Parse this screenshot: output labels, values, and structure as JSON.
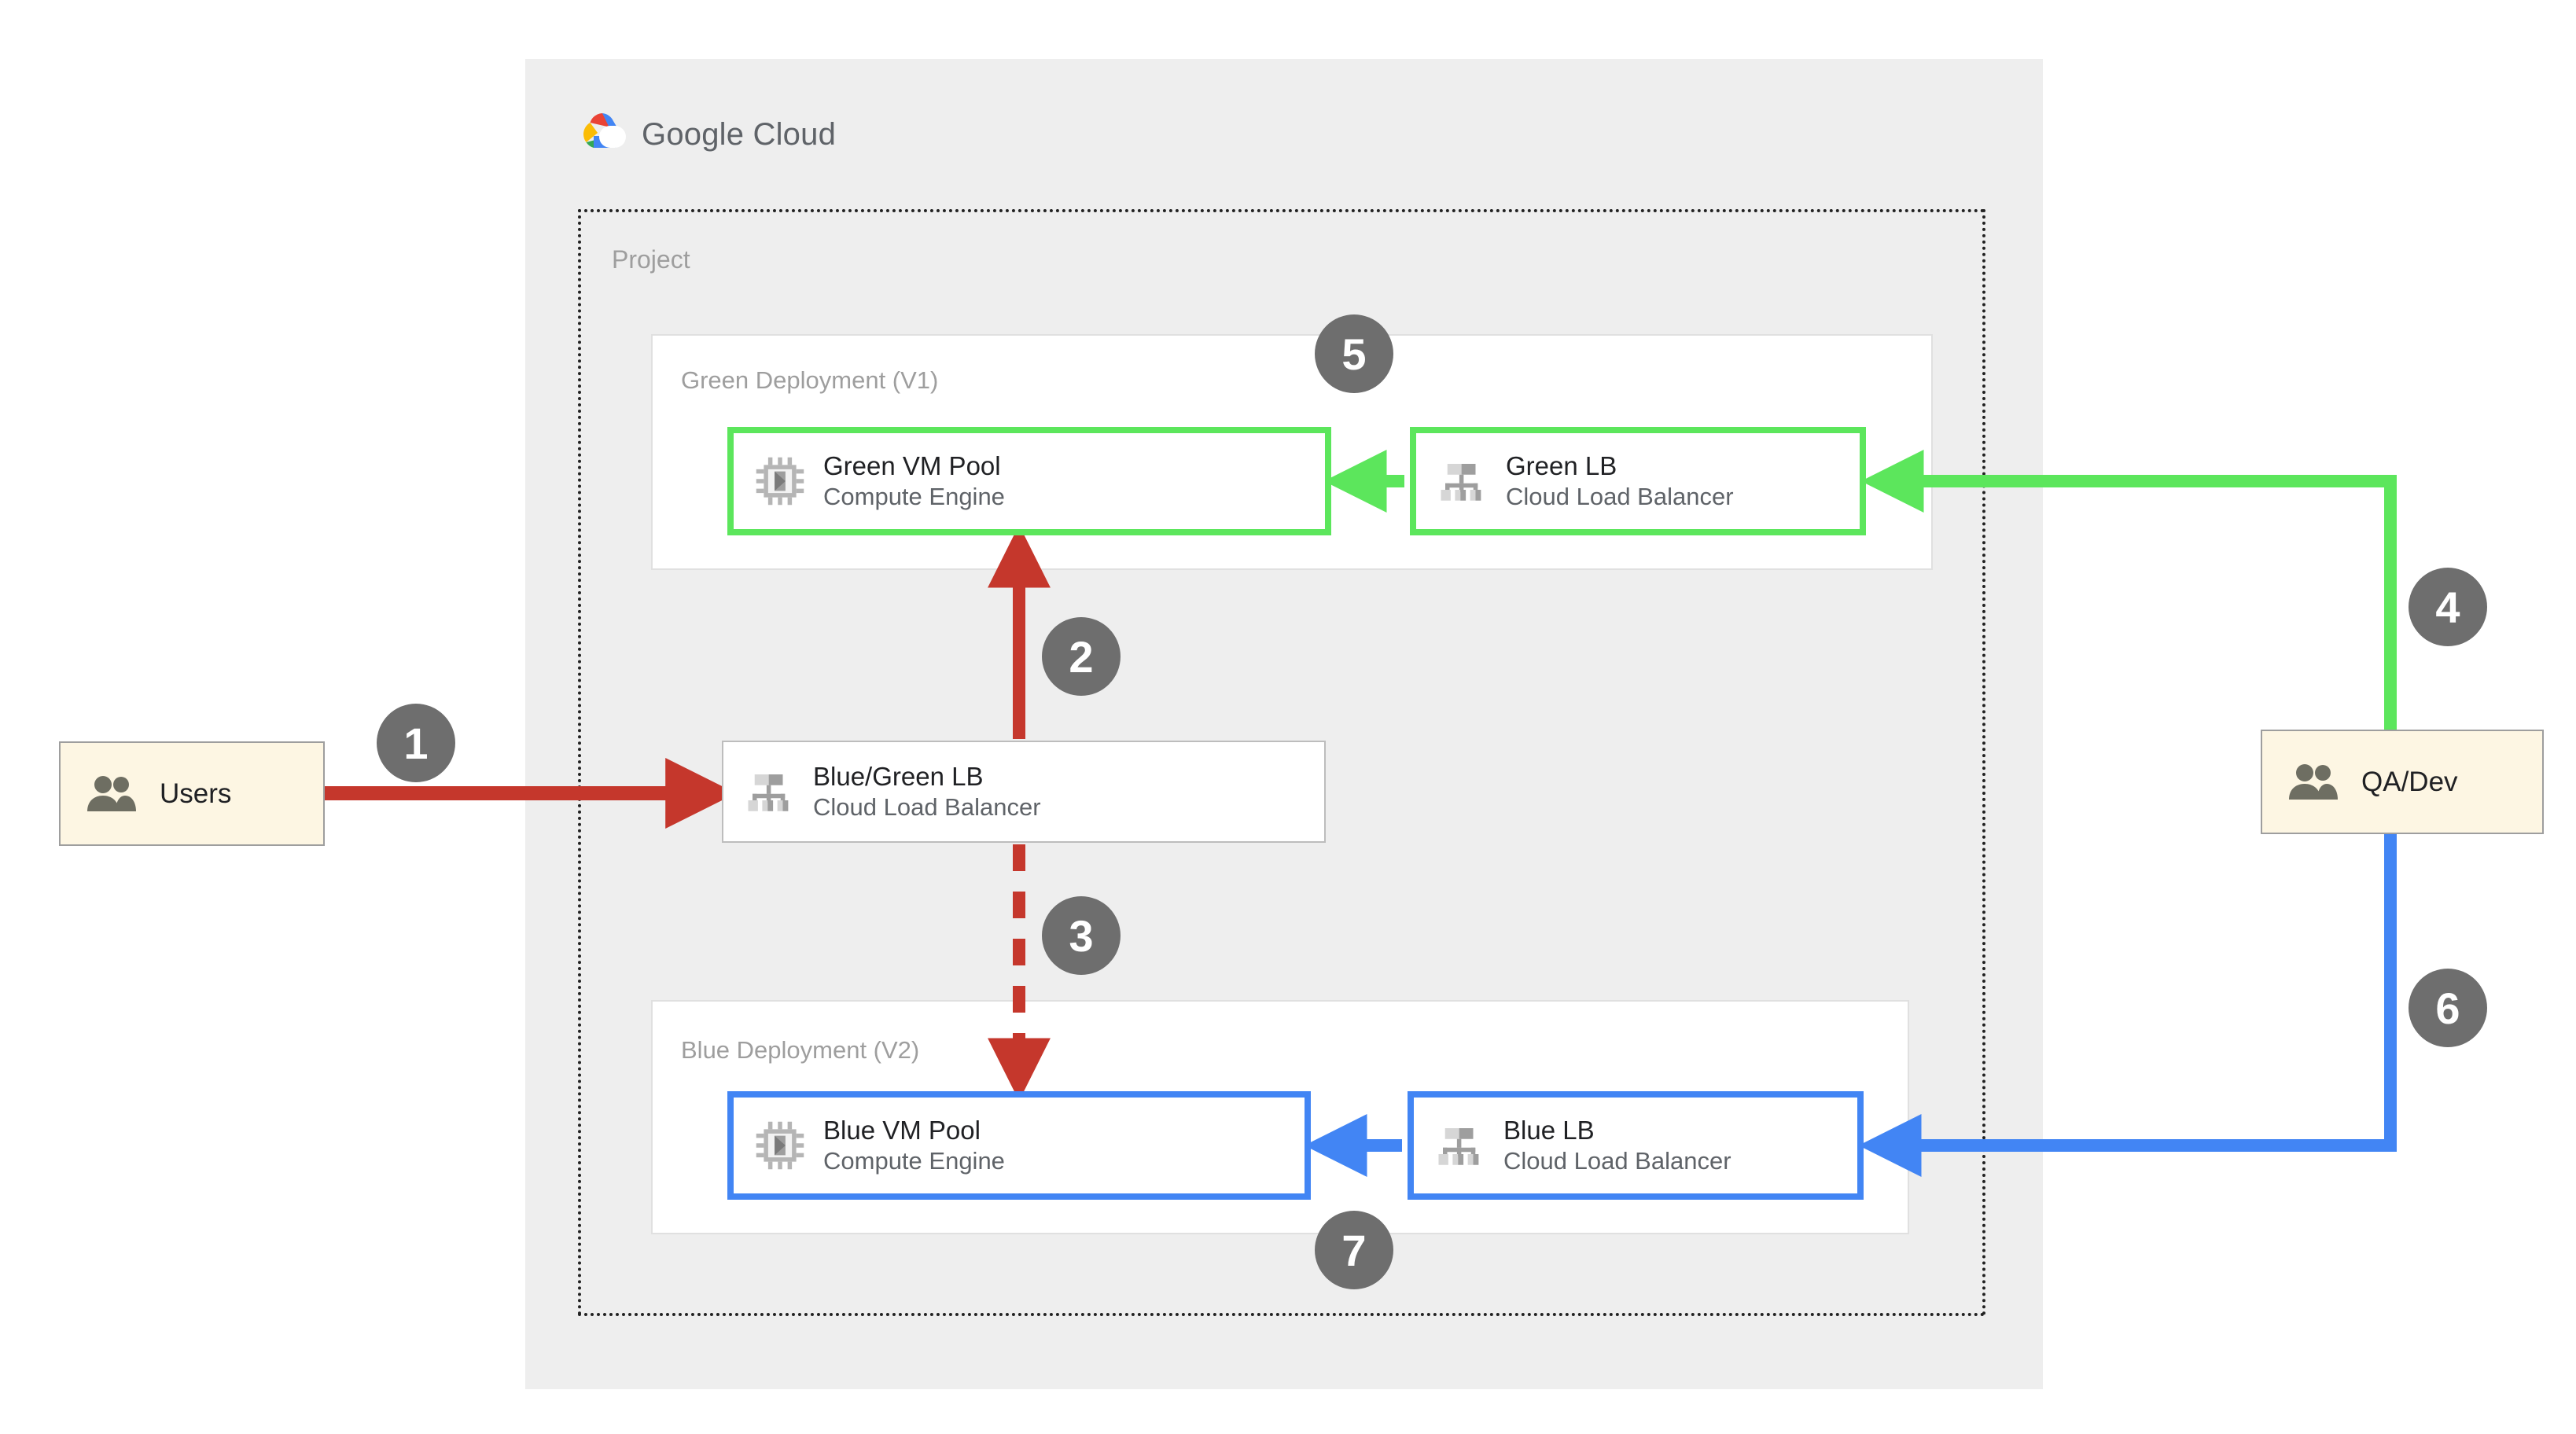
{
  "cloud": {
    "brand_text_light": "Google",
    "brand_text_bold": " Cloud",
    "brand_full": "Google Cloud",
    "project_label": "Project"
  },
  "groups": {
    "green": {
      "label": "Green Deployment (V1)"
    },
    "blue": {
      "label": "Blue Deployment (V2)"
    }
  },
  "nodes": {
    "green_vm": {
      "title": "Green VM Pool",
      "subtitle": "Compute Engine",
      "icon": "cpu-chip-icon",
      "accent": "#5CE65C"
    },
    "green_lb": {
      "title": "Green LB",
      "subtitle": "Cloud Load Balancer",
      "icon": "load-balancer-icon",
      "accent": "#5CE65C"
    },
    "bluegreen_lb": {
      "title": "Blue/Green LB",
      "subtitle": "Cloud Load Balancer",
      "icon": "load-balancer-icon",
      "accent": "#BDBDBD"
    },
    "blue_vm": {
      "title": "Blue VM Pool",
      "subtitle": "Compute Engine",
      "icon": "cpu-chip-icon",
      "accent": "#4285F4"
    },
    "blue_lb": {
      "title": "Blue LB",
      "subtitle": "Cloud Load Balancer",
      "icon": "load-balancer-icon",
      "accent": "#4285F4"
    }
  },
  "actors": {
    "users": {
      "label": "Users",
      "icon": "people-icon",
      "fill": "#FDF6E3"
    },
    "qa_dev": {
      "label": "QA/Dev",
      "icon": "people-icon",
      "fill": "#FDF6E3"
    }
  },
  "badges": [
    {
      "id": 1,
      "label": "1"
    },
    {
      "id": 2,
      "label": "2"
    },
    {
      "id": 3,
      "label": "3"
    },
    {
      "id": 4,
      "label": "4"
    },
    {
      "id": 5,
      "label": "5"
    },
    {
      "id": 6,
      "label": "6"
    },
    {
      "id": 7,
      "label": "7"
    }
  ],
  "colors": {
    "red": "#C5372C",
    "green": "#5CE65C",
    "blue": "#4285F4",
    "badge_gray": "#6E6E6E",
    "panel_gray": "#EEEEEE",
    "label_gray": "#9E9E9E",
    "text_dark": "#202124",
    "sub_gray": "#5F6368"
  },
  "flows": [
    {
      "badge": "1",
      "from": "Users",
      "to": "Blue/Green LB",
      "style": "solid",
      "color": "#C5372C"
    },
    {
      "badge": "2",
      "from": "Blue/Green LB",
      "to": "Green VM Pool",
      "style": "solid",
      "color": "#C5372C"
    },
    {
      "badge": "3",
      "from": "Blue/Green LB",
      "to": "Blue VM Pool",
      "style": "dashed",
      "color": "#C5372C"
    },
    {
      "badge": "4",
      "from": "QA/Dev",
      "to": "Green LB",
      "style": "solid",
      "color": "#5CE65C"
    },
    {
      "badge": "5",
      "from": "Green LB",
      "to": "Green VM Pool",
      "style": "solid",
      "color": "#5CE65C"
    },
    {
      "badge": "6",
      "from": "QA/Dev",
      "to": "Blue LB",
      "style": "solid",
      "color": "#4285F4"
    },
    {
      "badge": "7",
      "from": "Blue LB",
      "to": "Blue VM Pool",
      "style": "solid",
      "color": "#4285F4"
    }
  ]
}
